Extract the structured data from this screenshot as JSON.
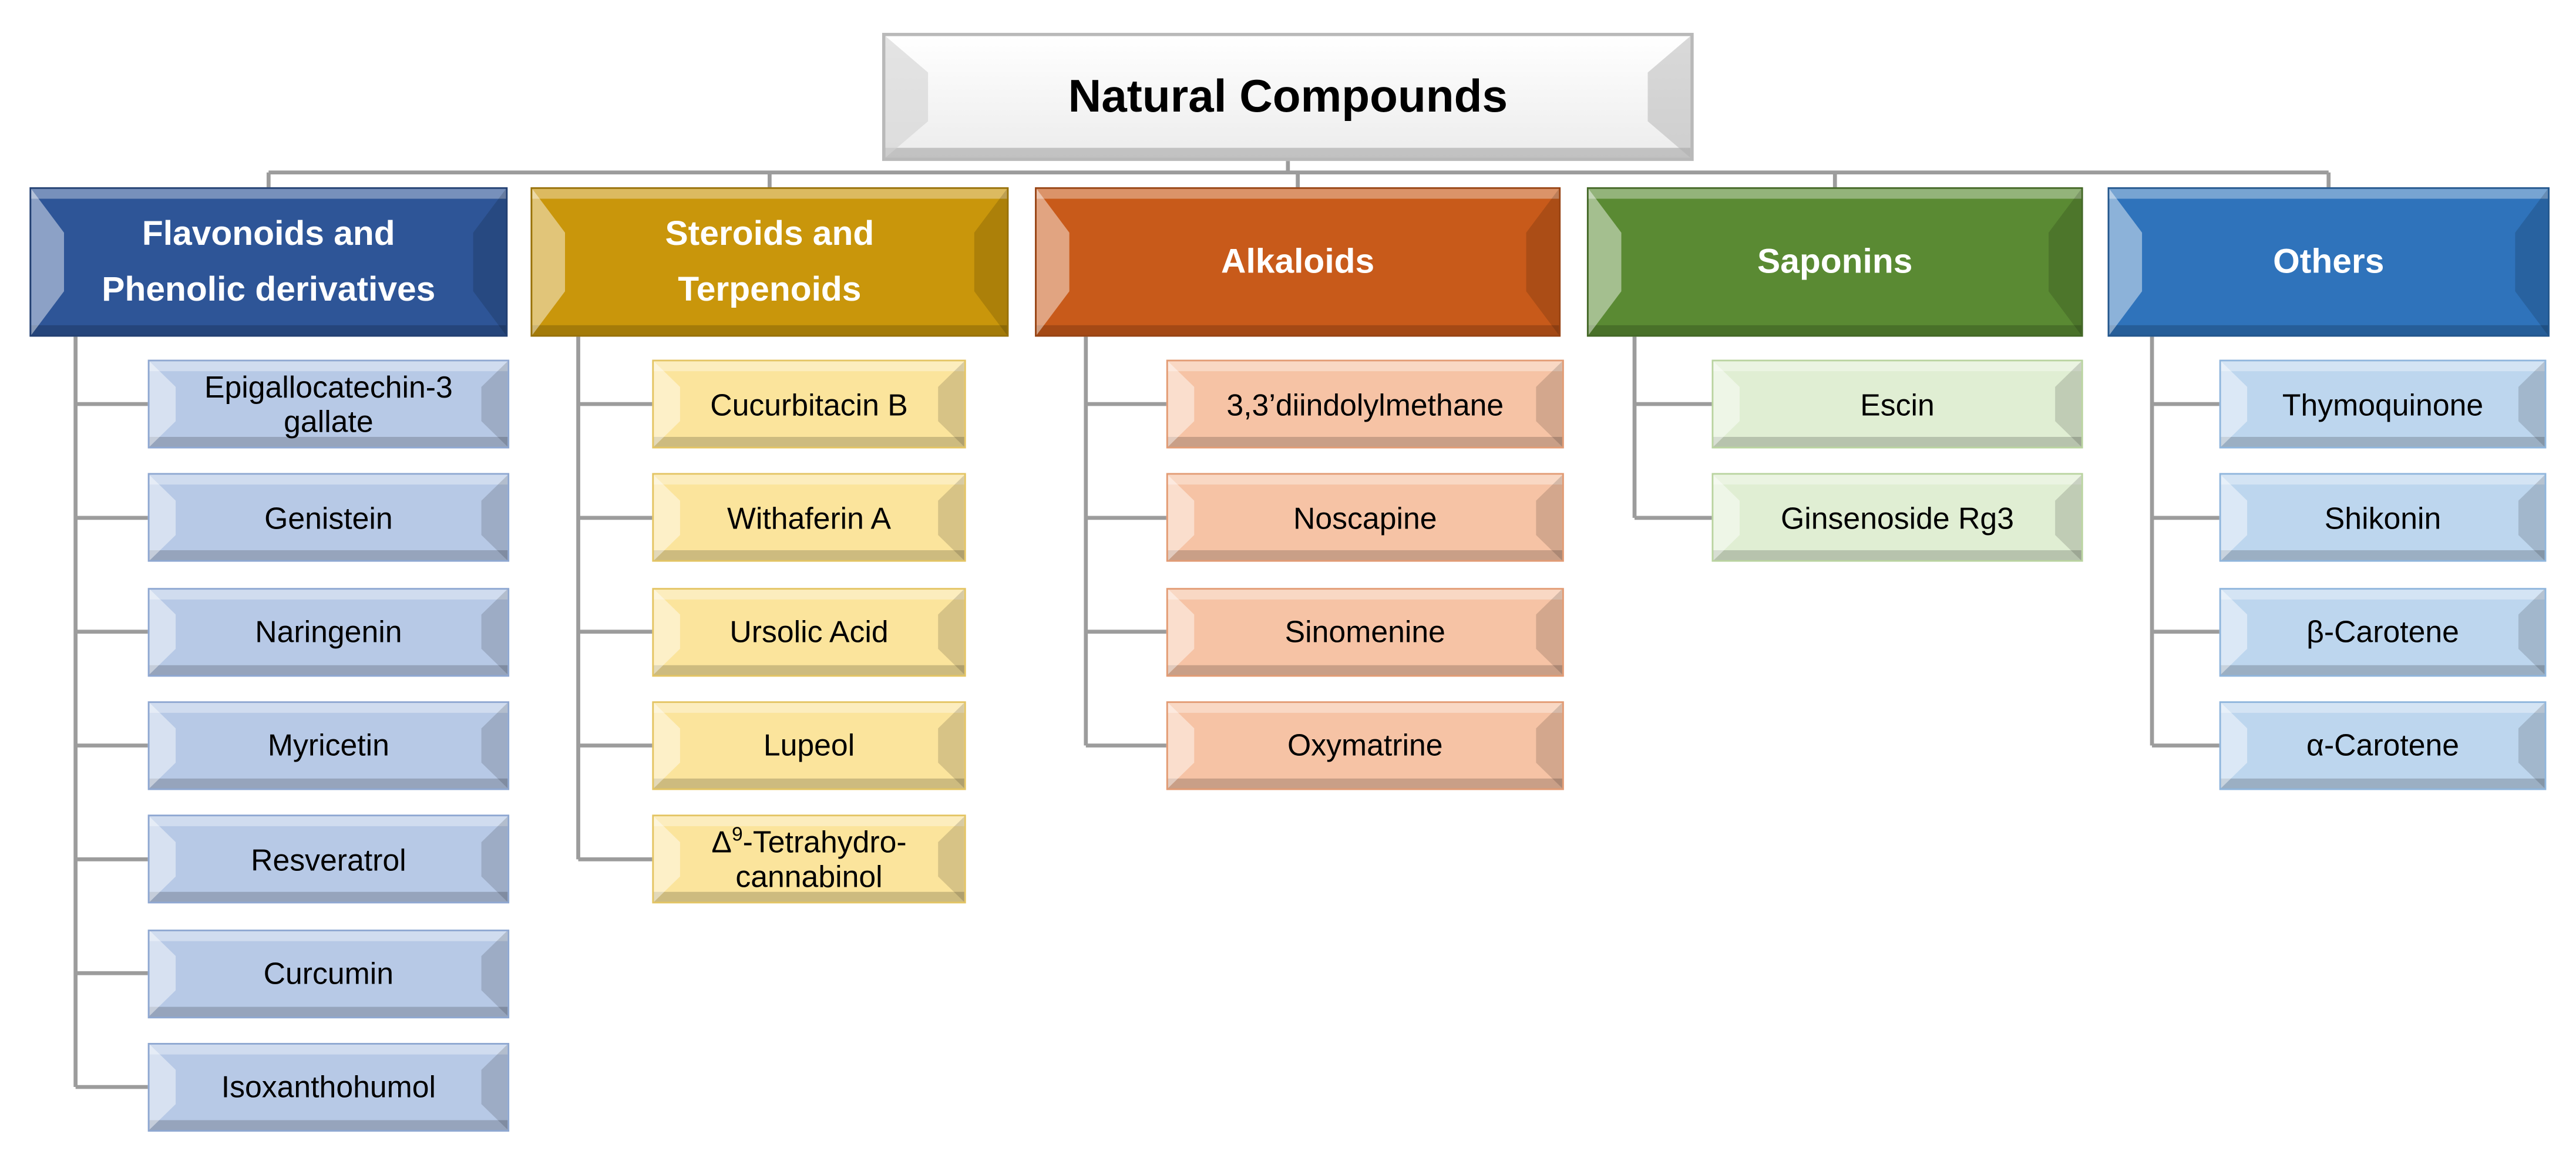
{
  "root": {
    "title": "Natural Compounds"
  },
  "colors": {
    "flavonoids": {
      "header": "#2e5597",
      "leaf": "#b7c9e6",
      "leaf_border": "#8ea7d1"
    },
    "steroids": {
      "header": "#c9960b",
      "leaf": "#fbe49c",
      "leaf_border": "#e3c463"
    },
    "alkaloids": {
      "header": "#c85a1a",
      "leaf": "#f6c3a5",
      "leaf_border": "#e29b74"
    },
    "saponins": {
      "header": "#5a8a33",
      "leaf": "#e0eed3",
      "leaf_border": "#b9d39f"
    },
    "others": {
      "header": "#2f73bb",
      "leaf": "#bdd6ee",
      "leaf_border": "#8fb5dc"
    },
    "connector": "#9c9c9c"
  },
  "categories": [
    {
      "key": "flavonoids",
      "label_line1": "Flavonoids and",
      "label_line2": "Phenolic derivatives",
      "items": [
        {
          "line1": "Epigallocatechin-3",
          "line2": "gallate"
        },
        {
          "line1": "Genistein"
        },
        {
          "line1": "Naringenin"
        },
        {
          "line1": "Myricetin"
        },
        {
          "line1": "Resveratrol"
        },
        {
          "line1": "Curcumin"
        },
        {
          "line1": "Isoxanthohumol"
        }
      ]
    },
    {
      "key": "steroids",
      "label_line1": "Steroids and",
      "label_line2": "Terpenoids",
      "items": [
        {
          "line1": "Cucurbitacin B"
        },
        {
          "line1": "Withaferin A"
        },
        {
          "line1": "Ursolic Acid"
        },
        {
          "line1": "Lupeol"
        },
        {
          "prefix": "Δ",
          "sup": "9",
          "line1": "-Tetrahydro-",
          "line2": "cannabinol"
        }
      ]
    },
    {
      "key": "alkaloids",
      "label_line1": "Alkaloids",
      "items": [
        {
          "line1": "3,3’diindolylmethane"
        },
        {
          "line1": "Noscapine"
        },
        {
          "line1": "Sinomenine"
        },
        {
          "line1": "Oxymatrine"
        }
      ]
    },
    {
      "key": "saponins",
      "label_line1": "Saponins",
      "items": [
        {
          "line1": "Escin"
        },
        {
          "line1": "Ginsenoside Rg3"
        }
      ]
    },
    {
      "key": "others",
      "label_line1": "Others",
      "items": [
        {
          "line1": "Thymoquinone"
        },
        {
          "line1": "Shikonin"
        },
        {
          "line1": "β-Carotene"
        },
        {
          "line1": "α-Carotene"
        }
      ]
    }
  ]
}
